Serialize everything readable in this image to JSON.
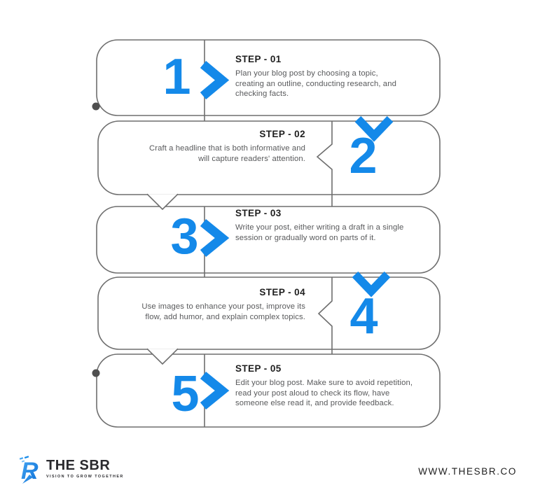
{
  "colors": {
    "accent": "#1489e9",
    "line": "#6e6e6e",
    "dot": "#4f4f4f",
    "title": "#1f1f1f",
    "body": "#58595b",
    "brand": "#2a2a2e"
  },
  "steps": [
    {
      "number": "1",
      "title": "STEP - 01",
      "body": [
        "Plan your blog post by choosing a topic,",
        "creating an outline, conducting research, and",
        "checking facts."
      ],
      "side": "left"
    },
    {
      "number": "2",
      "title": "STEP - 02",
      "body": [
        "Craft a headline that is both informative and",
        "will capture readers' attention."
      ],
      "side": "right"
    },
    {
      "number": "3",
      "title": "STEP - 03",
      "body": [
        "Write your post, either writing a draft in a single",
        "session or gradually word on parts of it."
      ],
      "side": "left"
    },
    {
      "number": "4",
      "title": "STEP - 04",
      "body": [
        "Use images to enhance your post, improve its",
        "flow, add humor, and explain complex topics."
      ],
      "side": "right"
    },
    {
      "number": "5",
      "title": "STEP - 05",
      "body": [
        "Edit your blog post. Make sure to avoid repetition,",
        "read your post aloud to check its flow, have",
        "someone else read it, and provide feedback."
      ],
      "side": "left"
    }
  ],
  "footer": {
    "logo_letter": "R",
    "logo_title": "THE SBR",
    "logo_tagline": "VISION TO GROW TOGETHER",
    "website": "WWW.THESBR.CO"
  }
}
